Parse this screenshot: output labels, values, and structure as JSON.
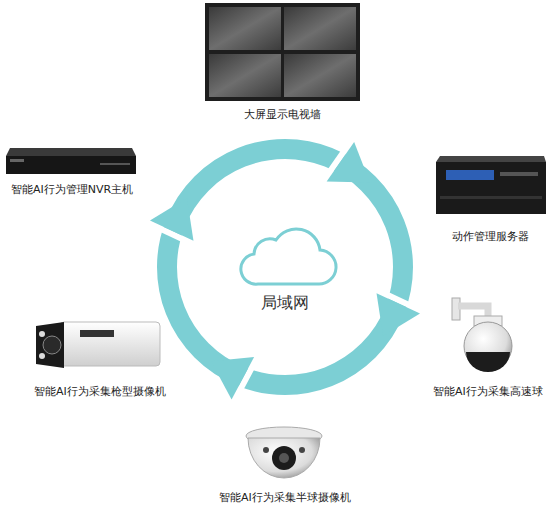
{
  "diagram": {
    "nodes": [
      {
        "text": [
          "大屏显示电视墙"
        ]
      },
      {
        "text": [
          "智能AI行为管理NVR主机"
        ]
      },
      {
        "text": [
          "动作管理服务器"
        ]
      },
      {
        "text": [
          "局域网"
        ]
      },
      {
        "text": [
          "智能AI行为采集枪型摄像机"
        ]
      },
      {
        "text": [
          "智能AI行为采集高速球"
        ]
      },
      {
        "text": [
          "智能AI行为采集半球摄像机"
        ]
      }
    ]
  }
}
